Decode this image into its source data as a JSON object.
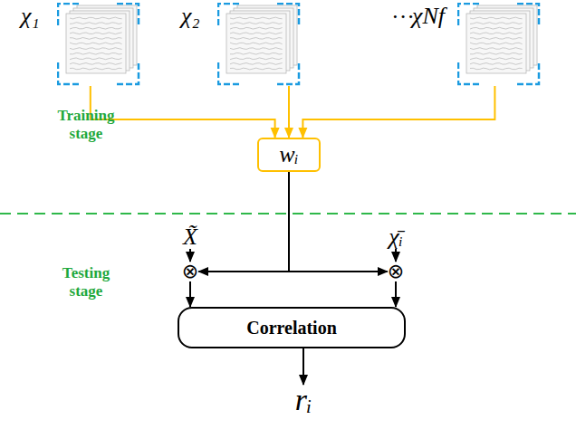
{
  "diagram": {
    "nodes": [
      {
        "text": [
          "χ₁"
        ]
      },
      {
        "text": [
          "χ₂"
        ]
      },
      {
        "text": [
          "χNf"
        ]
      },
      {
        "text": [
          "wᵢ"
        ]
      },
      {
        "text": [
          "X̃"
        ]
      },
      {
        "text": [
          "⊗"
        ]
      },
      {
        "text": [
          "χ̄ᵢ"
        ]
      },
      {
        "text": [
          "⊗"
        ]
      },
      {
        "text": [
          "Correlation"
        ]
      },
      {
        "text": [
          "rᵢ"
        ]
      }
    ],
    "edges": [
      {
        "from": 0,
        "to": 3,
        "arrow": "to"
      },
      {
        "from": 1,
        "to": 3,
        "arrow": "to"
      },
      {
        "from": 2,
        "to": 3,
        "arrow": "to"
      },
      {
        "from": 3,
        "to": 5,
        "arrow": "to"
      },
      {
        "from": 3,
        "to": 7,
        "arrow": "to"
      },
      {
        "from": 4,
        "to": 5,
        "arrow": "to"
      },
      {
        "from": 6,
        "to": 7,
        "arrow": "to"
      },
      {
        "from": 5,
        "to": 8,
        "arrow": "to"
      },
      {
        "from": 7,
        "to": 8,
        "arrow": "to"
      },
      {
        "from": 8,
        "to": 9,
        "arrow": "to"
      }
    ],
    "labels": [
      "···",
      "Training stage",
      "Testing stage"
    ]
  }
}
